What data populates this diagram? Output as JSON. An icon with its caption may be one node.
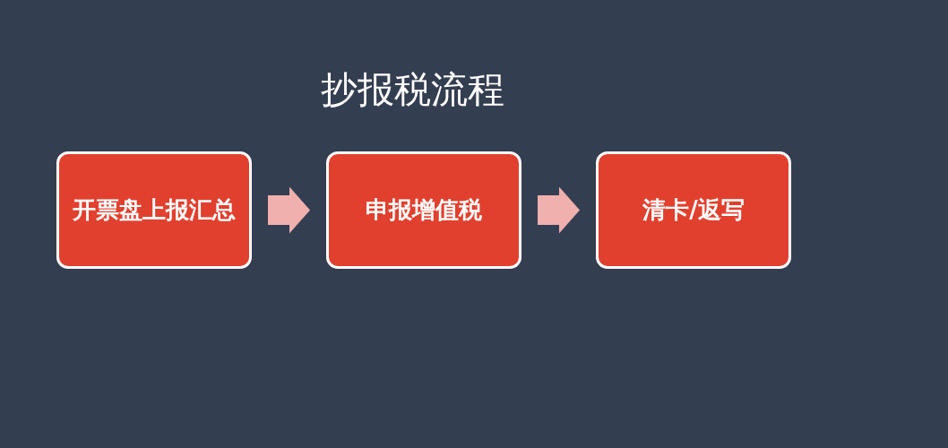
{
  "diagram": {
    "title": "抄报税流程",
    "nodes": [
      {
        "text": [
          "开票盘上报汇总"
        ]
      },
      {
        "text": [
          "申报增值税"
        ]
      },
      {
        "text": [
          "清卡/返写"
        ]
      }
    ],
    "edges": [
      {
        "from": 0,
        "to": 1,
        "arrow": "to"
      },
      {
        "from": 1,
        "to": 2,
        "arrow": "to"
      }
    ]
  }
}
